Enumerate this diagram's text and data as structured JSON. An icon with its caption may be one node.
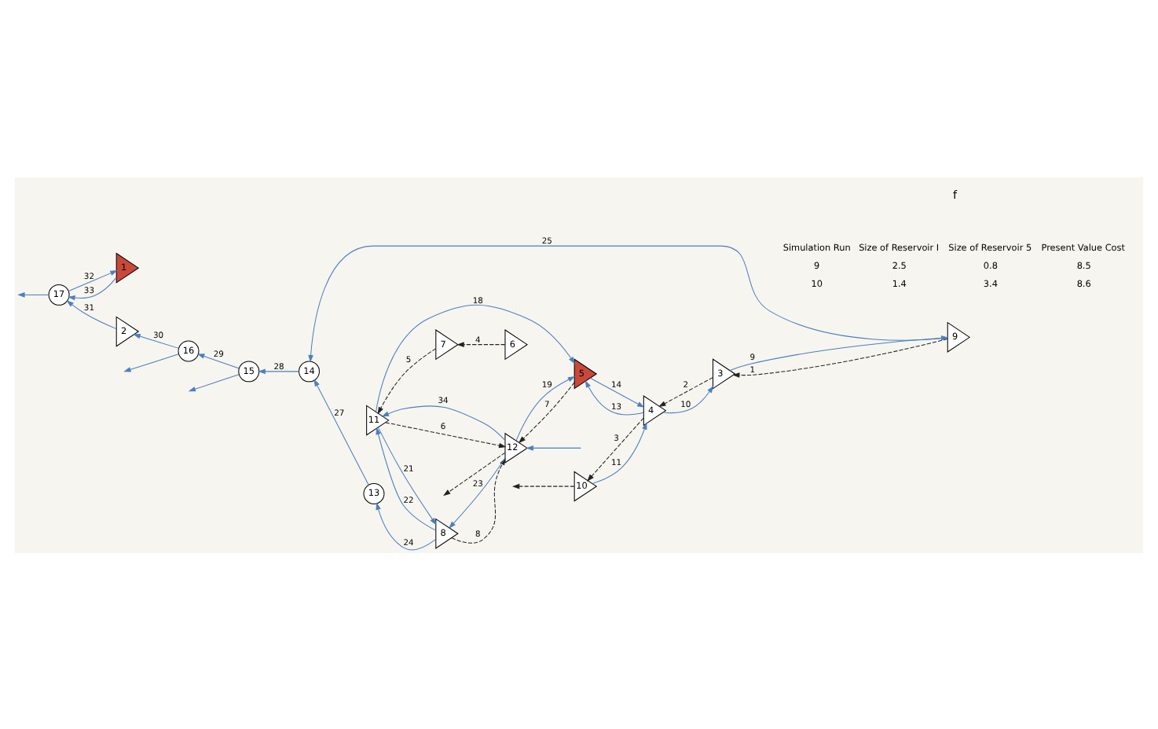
{
  "diagram": {
    "nodes": [
      {
        "text": [
          "1"
        ]
      },
      {
        "text": [
          "2"
        ]
      },
      {
        "text": [
          "3"
        ]
      },
      {
        "text": [
          "4"
        ]
      },
      {
        "text": [
          "5"
        ]
      },
      {
        "text": [
          "6"
        ]
      },
      {
        "text": [
          "7"
        ]
      },
      {
        "text": [
          "8"
        ]
      },
      {
        "text": [
          "9"
        ]
      },
      {
        "text": [
          "10"
        ]
      },
      {
        "text": [
          "11"
        ]
      },
      {
        "text": [
          "12"
        ]
      },
      {
        "text": [
          "13"
        ]
      },
      {
        "text": [
          "14"
        ]
      },
      {
        "text": [
          "15"
        ]
      },
      {
        "text": [
          "16"
        ]
      },
      {
        "text": [
          "17"
        ]
      }
    ],
    "edges": [
      {
        "from": 8,
        "to": 2,
        "label": "1",
        "arrow": "to",
        "style": "dashed",
        "color": "#222222"
      },
      {
        "from": 2,
        "to": 3,
        "label": "2",
        "arrow": "to",
        "style": "dashed",
        "color": "#222222"
      },
      {
        "from": 3,
        "to": 9,
        "label": "3",
        "arrow": "to",
        "style": "dashed",
        "color": "#222222"
      },
      {
        "from": 9,
        "to": null,
        "arrow": "to",
        "style": "dashed",
        "color": "#222222"
      },
      {
        "from": 5,
        "to": 6,
        "label": "4",
        "arrow": "to",
        "style": "dashed",
        "color": "#222222"
      },
      {
        "from": 6,
        "to": 10,
        "label": "5",
        "arrow": "to",
        "style": "dashed",
        "color": "#222222"
      },
      {
        "from": 10,
        "to": 11,
        "label": "6",
        "arrow": "to",
        "style": "dashed",
        "color": "#222222"
      },
      {
        "from": 4,
        "to": 11,
        "label": "7",
        "arrow": "to",
        "style": "dashed",
        "color": "#222222"
      },
      {
        "from": 7,
        "to": 11,
        "label": "8",
        "arrow": "to",
        "style": "dashed",
        "color": "#222222"
      },
      {
        "from": 11,
        "to": null,
        "arrow": "to",
        "style": "dashed",
        "color": "#222222"
      },
      {
        "from": 2,
        "to": 8,
        "label": "9",
        "arrow": "to"
      },
      {
        "from": 3,
        "to": 2,
        "label": "10",
        "arrow": "to"
      },
      {
        "from": 9,
        "to": 3,
        "label": "11",
        "arrow": "to"
      },
      {
        "from": 3,
        "to": 4,
        "label": "13",
        "arrow": "to"
      },
      {
        "from": 4,
        "to": 3,
        "label": "14",
        "arrow": "to"
      },
      {
        "from": 10,
        "to": 4,
        "label": "18",
        "arrow": "to"
      },
      {
        "from": 11,
        "to": 4,
        "label": "19",
        "arrow": "to"
      },
      {
        "from": 11,
        "to": 10,
        "label": "34",
        "arrow": "to"
      },
      {
        "from": null,
        "to": 11,
        "arrow": "to"
      },
      {
        "from": 10,
        "to": 7,
        "label": "21",
        "arrow": "to"
      },
      {
        "from": 7,
        "to": 10,
        "label": "22",
        "arrow": "to"
      },
      {
        "from": 11,
        "to": 7,
        "label": "23",
        "arrow": "to"
      },
      {
        "from": 7,
        "to": 12,
        "label": "24",
        "arrow": "to"
      },
      {
        "from": 8,
        "to": 13,
        "label": "25",
        "arrow": "to"
      },
      {
        "from": 12,
        "to": 13,
        "label": "27",
        "arrow": "to"
      },
      {
        "from": 13,
        "to": 14,
        "label": "28",
        "arrow": "to"
      },
      {
        "from": 14,
        "to": null,
        "arrow": "to"
      },
      {
        "from": 14,
        "to": 15,
        "label": "29",
        "arrow": "to"
      },
      {
        "from": 15,
        "to": null,
        "arrow": "to"
      },
      {
        "from": 15,
        "to": 1,
        "label": "30",
        "arrow": "to"
      },
      {
        "from": 1,
        "to": 16,
        "label": "31",
        "arrow": "to"
      },
      {
        "from": 16,
        "to": null,
        "arrow": "to"
      },
      {
        "from": 0,
        "to": 16,
        "label": "33",
        "arrow": "to"
      },
      {
        "from": 16,
        "to": 0,
        "label": "32",
        "arrow": "to"
      }
    ],
    "labels": [
      "Simulation Run",
      "Size of Reservoir I",
      "Size of Reservoir 5",
      "Present Value Cost",
      "9",
      "2.5",
      "0.8",
      "8.5",
      "10",
      "1.4",
      "3.4",
      "8.6",
      "f"
    ]
  }
}
